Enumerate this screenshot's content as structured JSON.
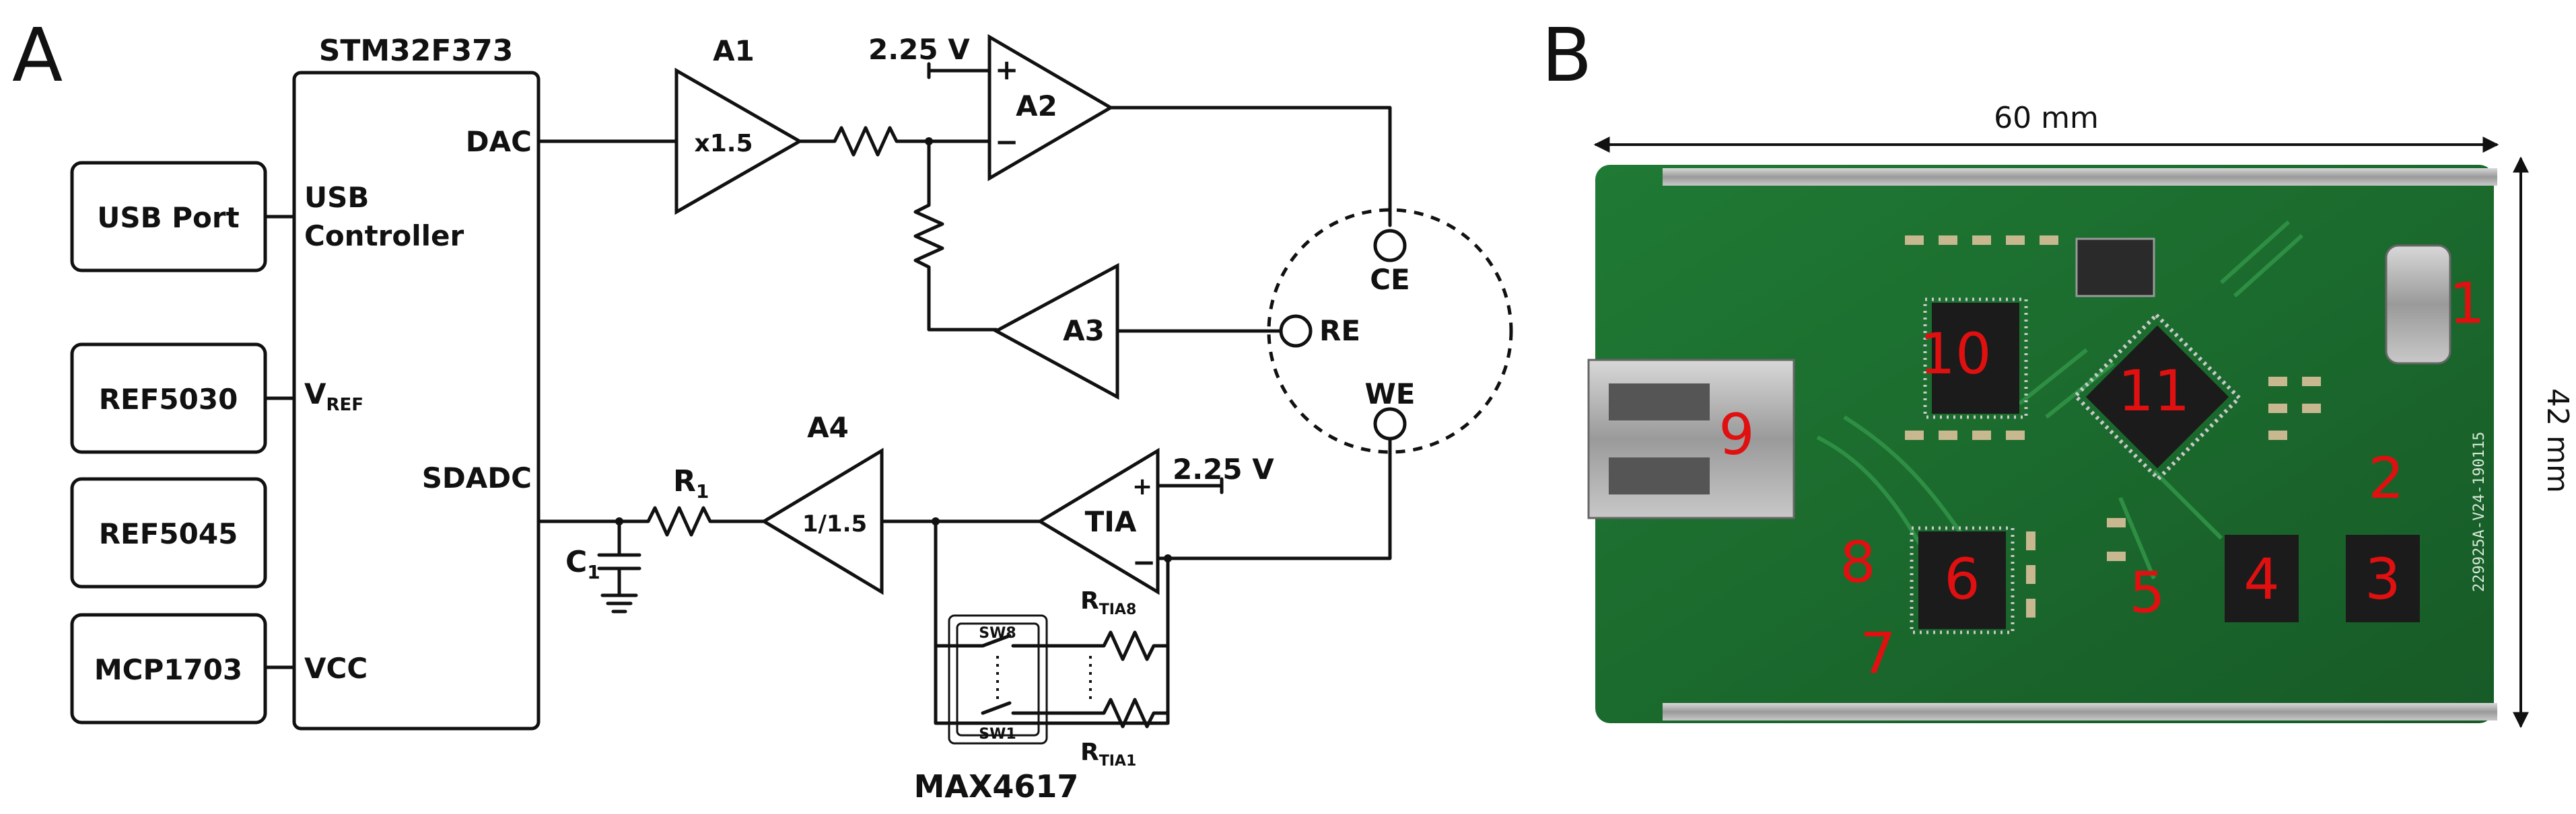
{
  "panel_a": {
    "letter": "A",
    "mcu": "STM32F373",
    "mcu_pins": {
      "dac": "DAC",
      "usb1": "USB",
      "usb2": "Controller",
      "vref_main": "V",
      "vref_sub": "REF",
      "sdadc": "SDADC",
      "vcc": "VCC"
    },
    "ext_blocks": [
      "USB Port",
      "REF5030",
      "REF5045",
      "MCP1703"
    ],
    "amps": {
      "a1": "A1",
      "a1_gain": "x1.5",
      "a2": "A2",
      "a3": "A3",
      "a4": "A4",
      "a4_gain": "1/1.5",
      "tia": "TIA"
    },
    "voltages": {
      "a2_ref": "2.25 V",
      "tia_ref": "2.25 V"
    },
    "electrodes": {
      "ce": "CE",
      "re": "RE",
      "we": "WE"
    },
    "components": {
      "r1_main": "R",
      "r1_sub": "1",
      "c1_main": "C",
      "c1_sub": "1",
      "rtia8_main": "R",
      "rtia8_sub": "TIA8",
      "rtia1_main": "R",
      "rtia1_sub": "TIA1",
      "sw8": "SW8",
      "sw1": "SW1",
      "mux": "MAX4617"
    },
    "signs": {
      "plus": "+",
      "minus": "−"
    }
  },
  "panel_b": {
    "letter": "B",
    "width_label": "60 mm",
    "height_label": "42 mm",
    "silk_vertical": "229925A-V24-190115",
    "component_numbers": [
      "1",
      "2",
      "3",
      "4",
      "5",
      "6",
      "7",
      "8",
      "9",
      "10",
      "11"
    ],
    "colors": {
      "pcb": "#1f6a2e",
      "marker": "#e01010"
    }
  }
}
